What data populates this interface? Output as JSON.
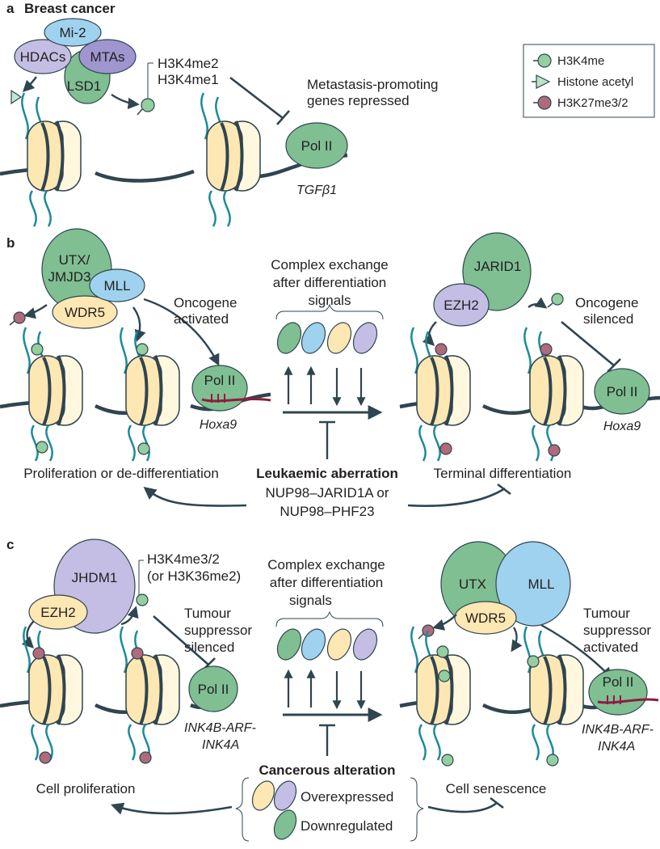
{
  "panel_a": {
    "letter": "a",
    "title": "Breast cancer",
    "mi2": "Mi-2",
    "hdacs": "HDACs",
    "mtas": "MTAs",
    "lsd1": "LSD1",
    "mark1": "H3K4me2",
    "mark2": "H3K4me1",
    "repress1": "Metastasis-promoting",
    "repress2": "genes repressed",
    "polii": "Pol II",
    "gene": "TGFβ1"
  },
  "legend": {
    "h3k4me": "H3K4me",
    "acetyl": "Histone acetyl",
    "h3k27": "H3K27me3/2",
    "colors": {
      "h3k4me": "#93cf9f",
      "acetyl": "#bfe3c8",
      "h3k27": "#b06a7c"
    }
  },
  "panel_b": {
    "letter": "b",
    "utx1": "UTX/",
    "utx2": "JMJD3",
    "mll": "MLL",
    "wdr5": "WDR5",
    "onc1": "Oncogene",
    "onc2": "activated",
    "polii_l": "Pol II",
    "gene_l": "Hoxa9",
    "cx1": "Complex exchange",
    "cx2": "after differentiation",
    "cx3": "signals",
    "jarid1": "JARID1",
    "ezh2": "EZH2",
    "sil1": "Oncogene",
    "sil2": "silenced",
    "polii_r": "Pol II",
    "gene_r": "Hoxa9",
    "left_outcome": "Proliferation or de-differentiation",
    "aberration": "Leukaemic aberration",
    "fusion1": "NUP98–JARID1A or",
    "fusion2": "NUP98–PHF23",
    "right_outcome": "Terminal differentiation"
  },
  "panel_c": {
    "letter": "c",
    "jhdm1": "JHDM1",
    "ezh2": "EZH2",
    "mark1": "H3K4me3/2",
    "mark2": "(or H3K36me2)",
    "ts1": "Tumour",
    "ts2": "suppressor",
    "ts3": "silenced",
    "polii_l": "Pol II",
    "gene_l1": "INK4B-ARF-",
    "gene_l2": "INK4A",
    "cx1": "Complex exchange",
    "cx2": "after differentiation",
    "cx3": "signals",
    "utx": "UTX",
    "mll": "MLL",
    "wdr5": "WDR5",
    "tsa1": "Tumour",
    "tsa2": "suppressor",
    "tsa3": "activated",
    "polii_r": "Pol II",
    "gene_r1": "INK4B-ARF-",
    "gene_r2": "INK4A",
    "alteration": "Cancerous alteration",
    "overexpressed": "Overexpressed",
    "downregulated": "Downregulated",
    "left_outcome": "Cell proliferation",
    "right_outcome": "Cell senescence"
  }
}
